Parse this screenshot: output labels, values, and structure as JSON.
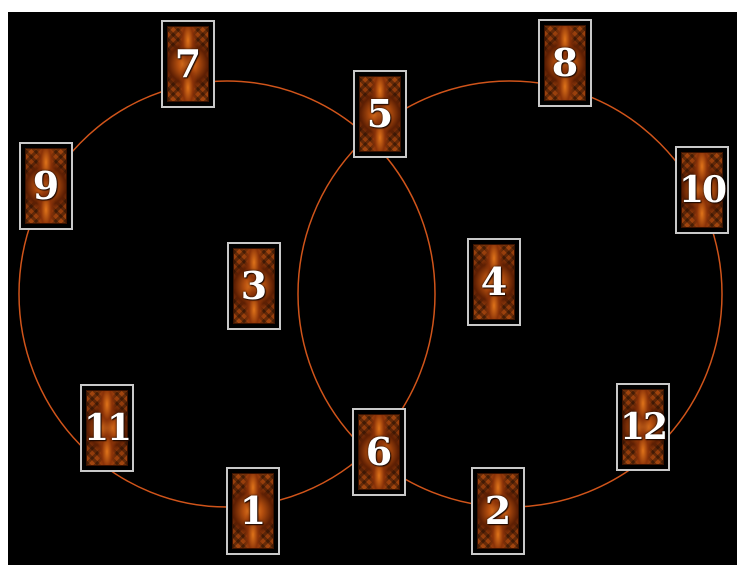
{
  "spread": {
    "positions": [
      {
        "id": "card-7",
        "number": "7"
      },
      {
        "id": "card-5",
        "number": "5"
      },
      {
        "id": "card-8",
        "number": "8"
      },
      {
        "id": "card-9",
        "number": "9"
      },
      {
        "id": "card-10",
        "number": "10"
      },
      {
        "id": "card-3",
        "number": "3"
      },
      {
        "id": "card-4",
        "number": "4"
      },
      {
        "id": "card-11",
        "number": "11"
      },
      {
        "id": "card-6",
        "number": "6"
      },
      {
        "id": "card-12",
        "number": "12"
      },
      {
        "id": "card-1",
        "number": "1"
      },
      {
        "id": "card-2",
        "number": "2"
      }
    ]
  },
  "colors": {
    "board_background": "#000000",
    "circle_stroke": "#d0541a",
    "card_border": "#c9c9c9",
    "card_back": "#a4460e",
    "number_text": "#ffffff"
  }
}
